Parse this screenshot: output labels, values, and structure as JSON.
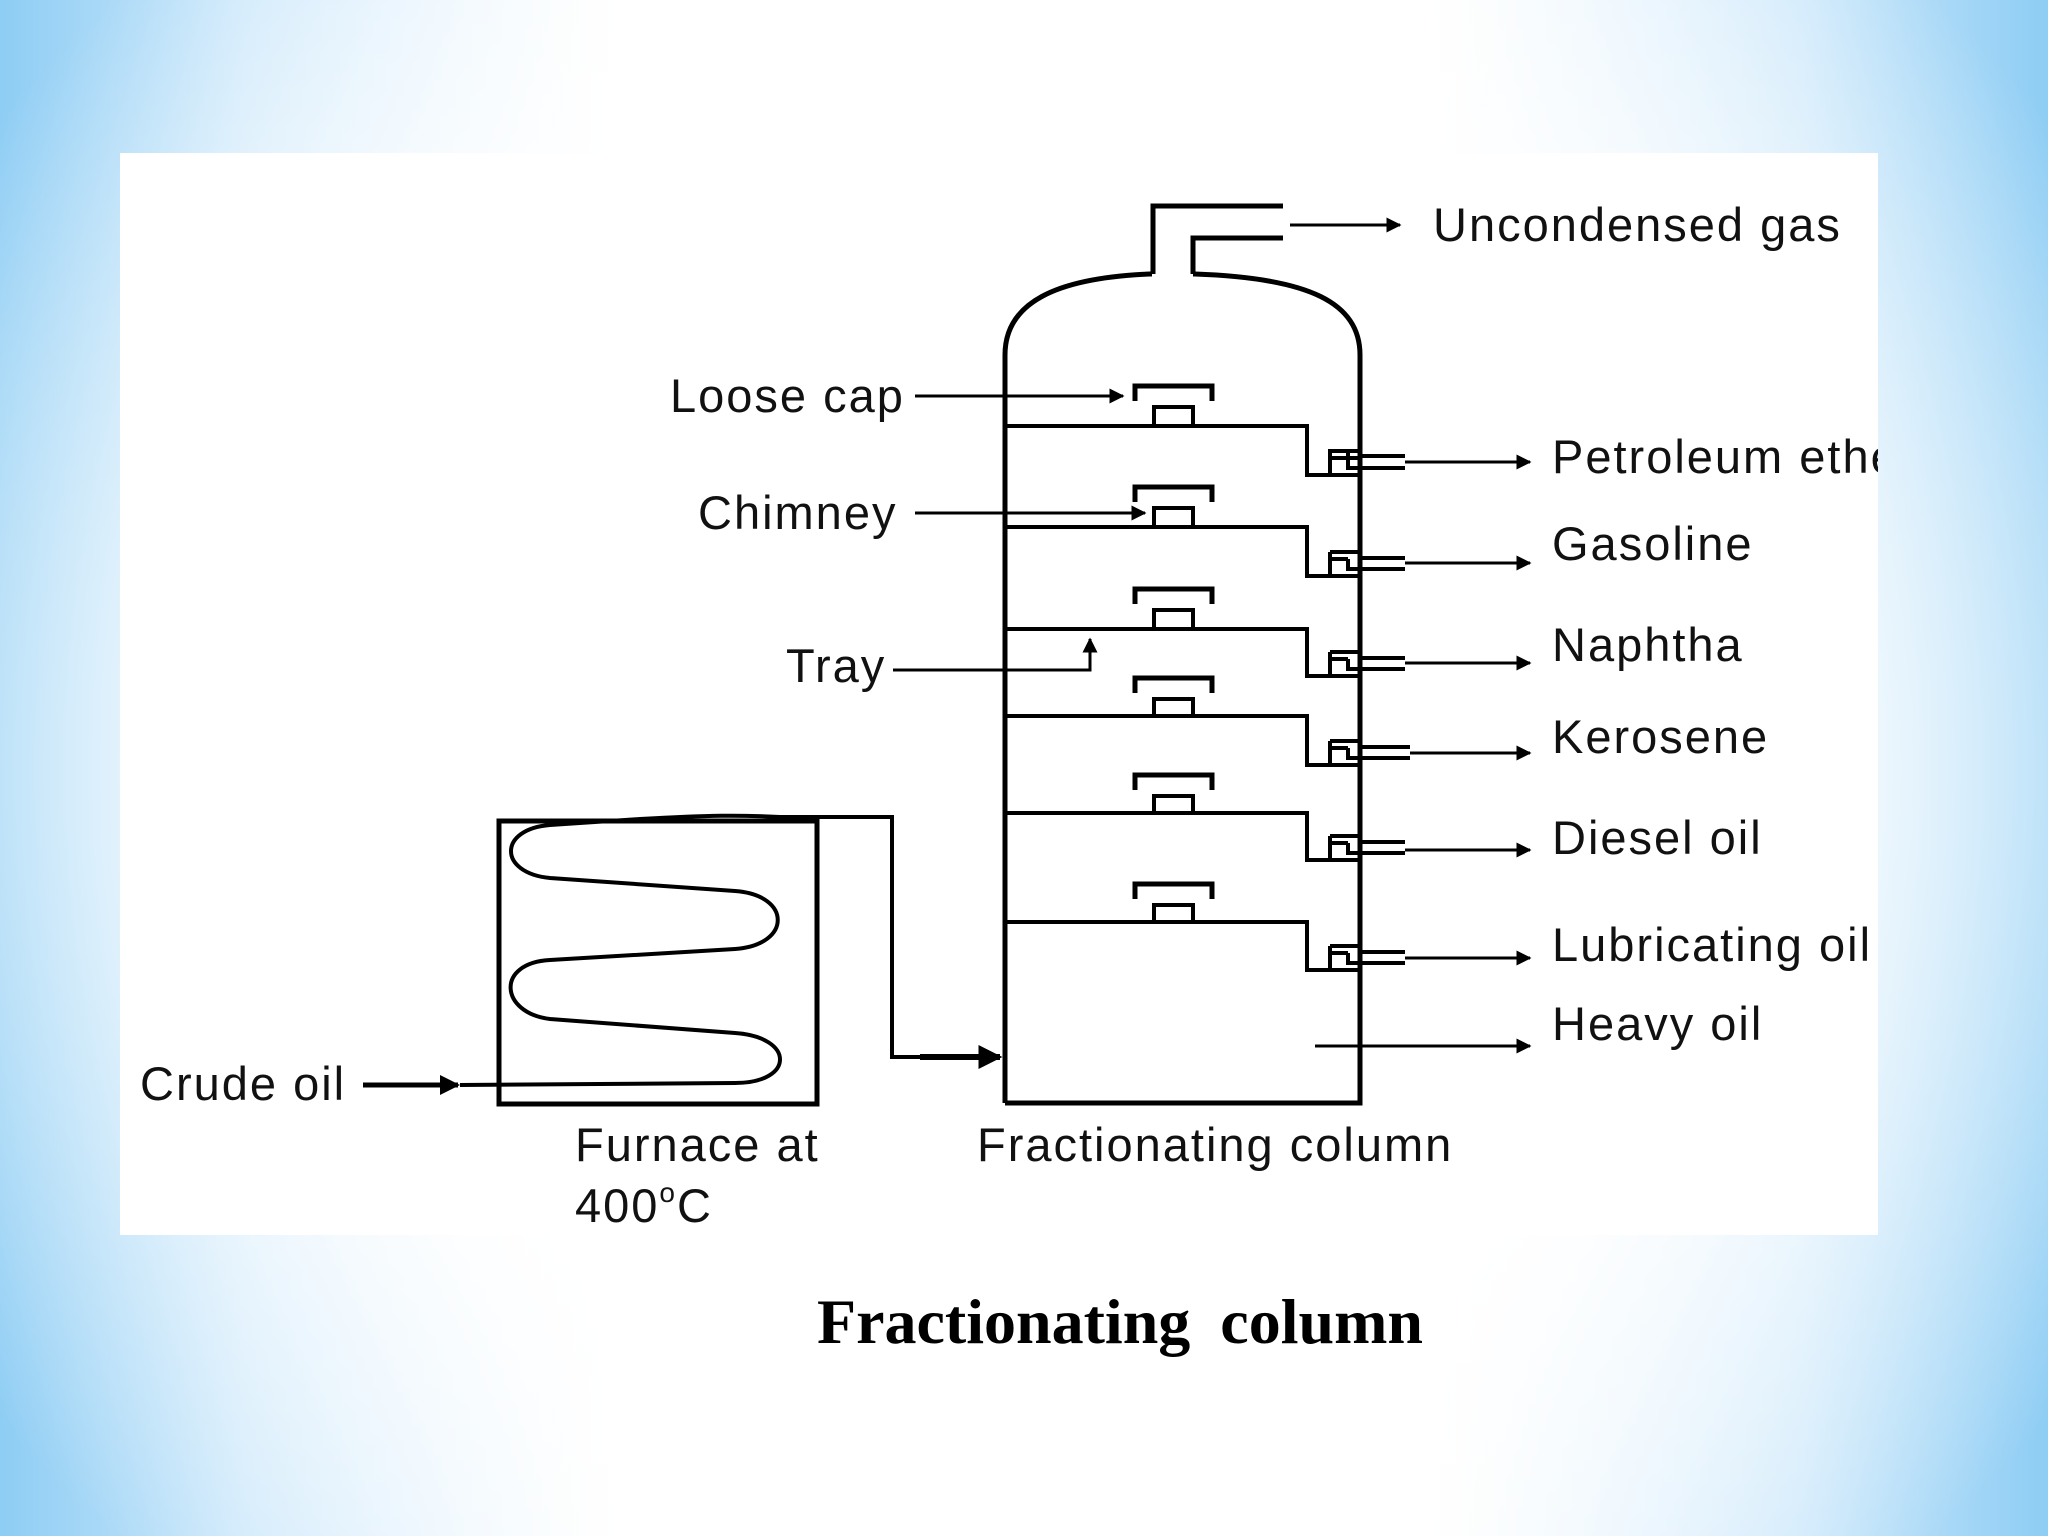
{
  "labels": {
    "uncondensed_gas": "Uncondensed gas",
    "loose_cap": "Loose cap",
    "chimney": "Chimney",
    "tray": "Tray",
    "crude_oil": "Crude oil",
    "furnace_line1": "Furnace at",
    "furnace_temp_value": "400",
    "furnace_temp_deg": "o",
    "furnace_temp_unit": "C",
    "column": "Fractionating column"
  },
  "fractions": [
    "Petroleum ether",
    "Gasoline",
    "Naphtha",
    "Kerosene",
    "Diesel oil",
    "Lubricating oil",
    "Heavy oil"
  ],
  "caption": "Fractionating column",
  "colors": {
    "line": "#000000",
    "background_edge": "#8ecdf4"
  }
}
